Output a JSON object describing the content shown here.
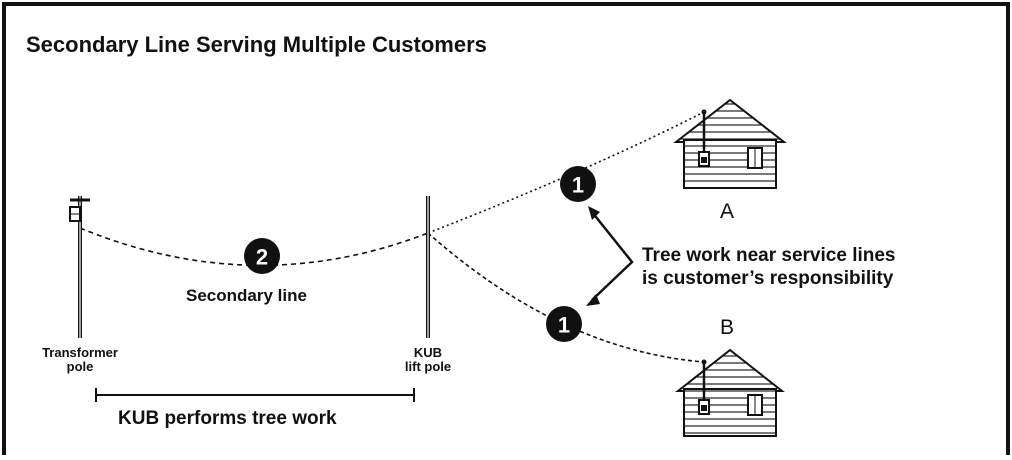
{
  "title": "Secondary Line Serving Multiple Customers",
  "labels": {
    "transformer_pole": [
      "Transformer",
      "pole"
    ],
    "kub_lift_pole": [
      "KUB",
      "lift pole"
    ],
    "secondary_line": "Secondary line",
    "kub_performs": "KUB performs tree work",
    "house_a": "A",
    "house_b": "B",
    "callout": [
      "Tree work near service lines",
      "is customer’s responsibility"
    ]
  },
  "markers": {
    "secondary": "2",
    "service_a": "1",
    "service_b": "1"
  },
  "colors": {
    "ink": "#111111",
    "background": "#ffffff"
  }
}
